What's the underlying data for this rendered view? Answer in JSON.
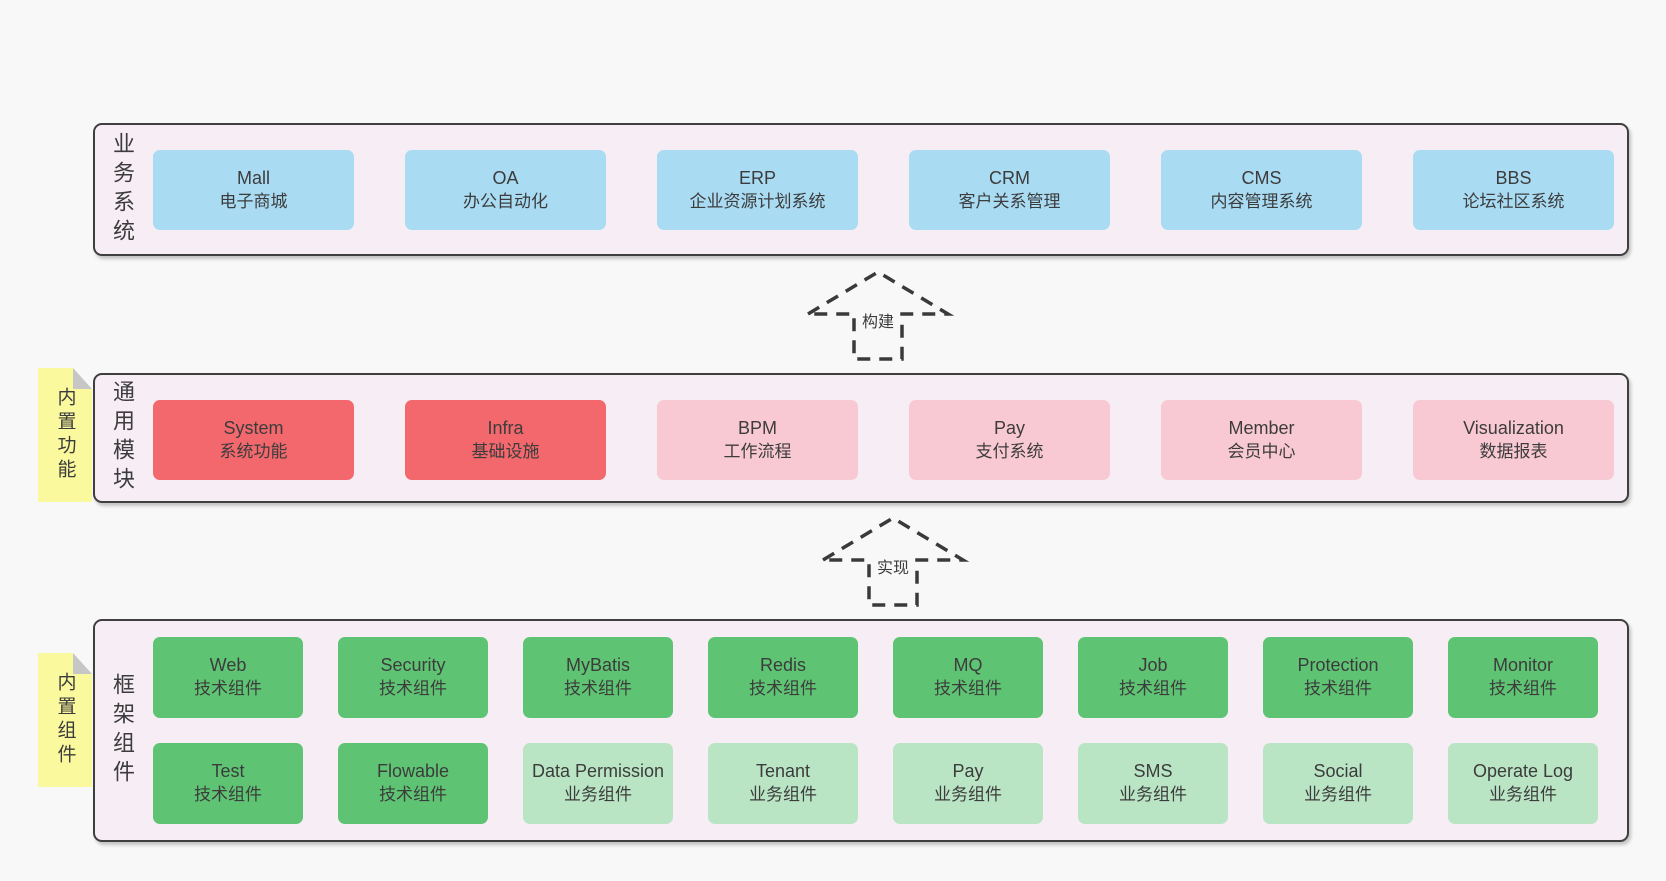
{
  "colors": {
    "page_bg": "#f8f8f8",
    "band_bg": "#f7edf5",
    "band_border": "#3f3f3f",
    "box_blue": "#a9dbf3",
    "box_red": "#f2686d",
    "box_pink": "#f9c9d3",
    "box_green": "#5ec473",
    "box_lightgreen": "#bae5c5",
    "note_yellow": "#fbf99e",
    "text": "#3c3c3c"
  },
  "arrows": [
    {
      "label": "构建"
    },
    {
      "label": "实现"
    }
  ],
  "bands": [
    {
      "label": "业务系统",
      "boxes": [
        {
          "en": "Mall",
          "cn": "电子商城"
        },
        {
          "en": "OA",
          "cn": "办公自动化"
        },
        {
          "en": "ERP",
          "cn": "企业资源计划系统"
        },
        {
          "en": "CRM",
          "cn": "客户关系管理"
        },
        {
          "en": "CMS",
          "cn": "内容管理系统"
        },
        {
          "en": "BBS",
          "cn": "论坛社区系统"
        }
      ]
    },
    {
      "label": "通用模块",
      "note": "内置功能",
      "boxes": [
        {
          "en": "System",
          "cn": "系统功能"
        },
        {
          "en": "Infra",
          "cn": "基础设施"
        },
        {
          "en": "BPM",
          "cn": "工作流程"
        },
        {
          "en": "Pay",
          "cn": "支付系统"
        },
        {
          "en": "Member",
          "cn": "会员中心"
        },
        {
          "en": "Visualization",
          "cn": "数据报表"
        }
      ]
    },
    {
      "label": "框架组件",
      "note": "内置组件",
      "rows": [
        [
          {
            "en": "Web",
            "cn": "技术组件"
          },
          {
            "en": "Security",
            "cn": "技术组件"
          },
          {
            "en": "MyBatis",
            "cn": "技术组件"
          },
          {
            "en": "Redis",
            "cn": "技术组件"
          },
          {
            "en": "MQ",
            "cn": "技术组件"
          },
          {
            "en": "Job",
            "cn": "技术组件"
          },
          {
            "en": "Protection",
            "cn": "技术组件"
          },
          {
            "en": "Monitor",
            "cn": "技术组件"
          }
        ],
        [
          {
            "en": "Test",
            "cn": "技术组件"
          },
          {
            "en": "Flowable",
            "cn": "技术组件"
          },
          {
            "en": "Data Permission",
            "cn": "业务组件"
          },
          {
            "en": "Tenant",
            "cn": "业务组件"
          },
          {
            "en": "Pay",
            "cn": "业务组件"
          },
          {
            "en": "SMS",
            "cn": "业务组件"
          },
          {
            "en": "Social",
            "cn": "业务组件"
          },
          {
            "en": "Operate Log",
            "cn": "业务组件"
          }
        ]
      ]
    }
  ]
}
